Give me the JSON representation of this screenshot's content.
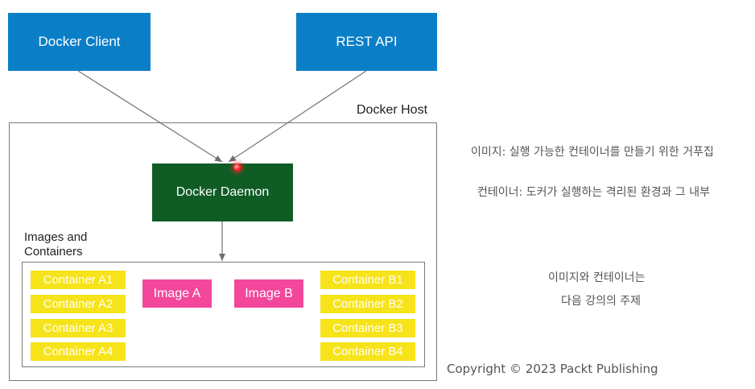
{
  "diagram": {
    "docker_client": "Docker Client",
    "rest_api": "REST API",
    "docker_host": "Docker Host",
    "docker_daemon": "Docker Daemon",
    "images_and_containers": "Images and\nContainers",
    "containers_a": [
      "Container A1",
      "Container A2",
      "Container A3",
      "Container A4"
    ],
    "image_a": "Image A",
    "image_b": "Image B",
    "containers_b": [
      "Container B1",
      "Container B2",
      "Container B3",
      "Container B4"
    ]
  },
  "notes": {
    "image_definition": "이미지: 실행 가능한 컨테이너를 만들기 위한 거푸집",
    "container_definition": "컨테이너: 도커가 실행하는 격리된 환경과 그 내부",
    "topic_line1": "이미지와 컨테이너는",
    "topic_line2": "다음 강의의 주제",
    "copyright": "Copyright © 2023 Packt Publishing"
  },
  "colors": {
    "blue": "#0a7fc7",
    "green": "#0f5c25",
    "pink": "#f2479b",
    "yellow": "#f7e31a"
  }
}
